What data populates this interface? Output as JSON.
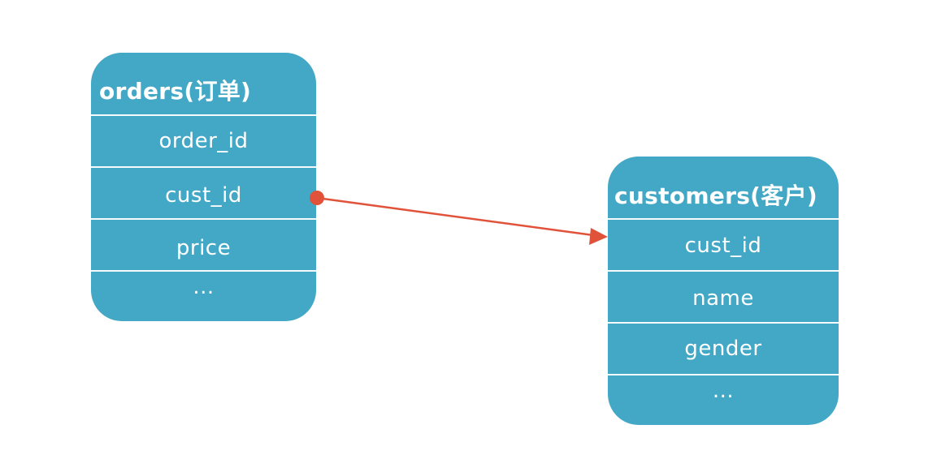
{
  "tables": {
    "orders": {
      "title": "orders(订单)",
      "fields": [
        "order_id",
        "cust_id",
        "price",
        "..."
      ]
    },
    "customers": {
      "title": "customers(客户)",
      "fields": [
        "cust_id",
        "name",
        "gender",
        "..."
      ]
    }
  },
  "colors": {
    "table_fill": "#42a8c6",
    "text": "#ffffff",
    "relation_line": "#e0533a"
  }
}
